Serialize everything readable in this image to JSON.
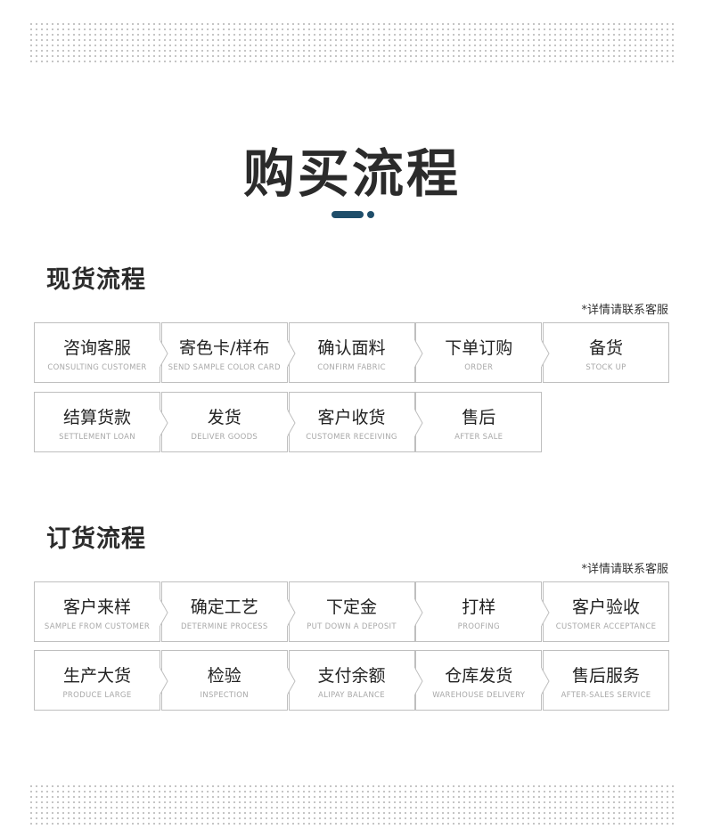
{
  "main_title": "购买流程",
  "note": "*详情请联系客服",
  "sections": [
    {
      "title": "现货流程",
      "rows": [
        [
          {
            "cn": "咨询客服",
            "en": "CONSULTING CUSTOMER"
          },
          {
            "cn": "寄色卡/样布",
            "en": "SEND SAMPLE COLOR CARD"
          },
          {
            "cn": "确认面料",
            "en": "CONFIRM FABRIC"
          },
          {
            "cn": "下单订购",
            "en": "ORDER"
          },
          {
            "cn": "备货",
            "en": "STOCK UP"
          }
        ],
        [
          {
            "cn": "结算货款",
            "en": "SETTLEMENT LOAN"
          },
          {
            "cn": "发货",
            "en": "DELIVER GOODS"
          },
          {
            "cn": "客户收货",
            "en": "CUSTOMER RECEIVING"
          },
          {
            "cn": "售后",
            "en": "AFTER SALE"
          }
        ]
      ]
    },
    {
      "title": "订货流程",
      "rows": [
        [
          {
            "cn": "客户来样",
            "en": "SAMPLE FROM CUSTOMER"
          },
          {
            "cn": "确定工艺",
            "en": "DETERMINE PROCESS"
          },
          {
            "cn": "下定金",
            "en": "PUT DOWN A DEPOSIT"
          },
          {
            "cn": "打样",
            "en": "PROOFING"
          },
          {
            "cn": "客户验收",
            "en": "CUSTOMER ACCEPTANCE"
          }
        ],
        [
          {
            "cn": "生产大货",
            "en": "PRODUCE LARGE"
          },
          {
            "cn": "检验",
            "en": "INSPECTION"
          },
          {
            "cn": "支付余额",
            "en": "ALIPAY BALANCE"
          },
          {
            "cn": "仓库发货",
            "en": "WAREHOUSE DELIVERY"
          },
          {
            "cn": "售后服务",
            "en": "AFTER-SALES SERVICE"
          }
        ]
      ]
    }
  ],
  "colors": {
    "accent": "#1f4e6a",
    "border": "#bfbfbf",
    "subtext": "#a8a8a8",
    "dots": "#bcbcbc"
  }
}
